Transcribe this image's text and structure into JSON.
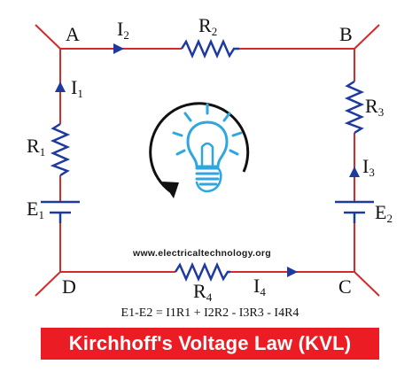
{
  "nodes": {
    "a": "A",
    "b": "B",
    "c": "C",
    "d": "D"
  },
  "resistors": {
    "r1": "R",
    "r2": "R",
    "r3": "R",
    "r4": "R"
  },
  "currents": {
    "i1": "I",
    "i2": "I",
    "i3": "I",
    "i4": "I"
  },
  "sources": {
    "e1": "E",
    "e2": "E"
  },
  "subscripts": {
    "one": "1",
    "two": "2",
    "three": "3",
    "four": "4"
  },
  "watermark": "www.electricaltechnology.org",
  "equation": "E1-E2 = I1R1 + I2R2 - I3R3 - I4R4",
  "banner": "Kirchhoff's Voltage Law (KVL)",
  "colors": {
    "wire": "#d42a2a",
    "component": "#1e3a9e",
    "bulb": "#2ea6e0",
    "loop_arrow": "#111111",
    "banner_bg": "#ec1c24",
    "banner_text": "#ffffff"
  },
  "icons": [
    "light-bulb-icon",
    "loop-arrow-icon"
  ]
}
